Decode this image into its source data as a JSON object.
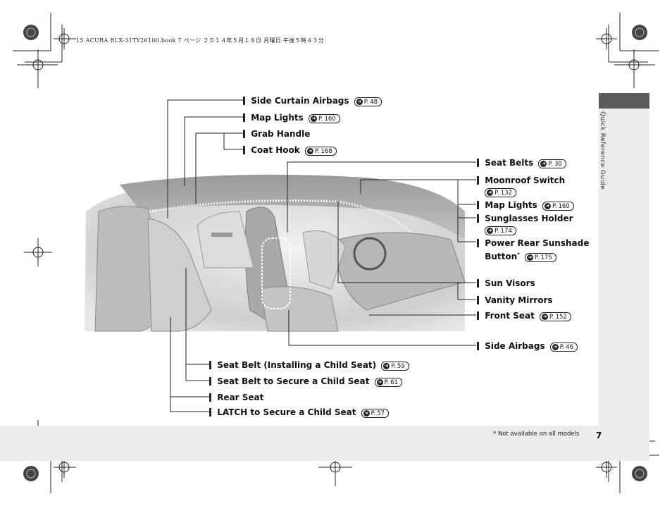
{
  "header": {
    "file_line": "15 ACURA RLX-31TY26100.book  7 ページ  ２０１４年５月１９日  月曜日  午後５時４３分"
  },
  "side_tab": {
    "label": "Quick Reference Guide"
  },
  "ref_prefix": "P.",
  "labels": {
    "side_curtain_airbags": {
      "text": "Side Curtain Airbags",
      "page": "48"
    },
    "map_lights_rear": {
      "text": "Map Lights",
      "page": "160"
    },
    "grab_handle": {
      "text": "Grab Handle"
    },
    "coat_hook": {
      "text": "Coat Hook",
      "page": "168"
    },
    "seat_belts": {
      "text": "Seat Belts",
      "page": "30"
    },
    "moonroof_switch": {
      "text": "Moonroof Switch",
      "page": "132"
    },
    "map_lights_front": {
      "text": "Map Lights",
      "page": "160"
    },
    "sunglasses_holder": {
      "text": "Sunglasses Holder",
      "page": "174"
    },
    "power_rear_sunshade": {
      "text": "Power Rear Sunshade",
      "text2": "Button",
      "mark": "*",
      "page": "175"
    },
    "sun_visors": {
      "text": "Sun Visors"
    },
    "vanity_mirrors": {
      "text": "Vanity Mirrors"
    },
    "front_seat": {
      "text": "Front Seat",
      "page": "152"
    },
    "side_airbags": {
      "text": "Side Airbags",
      "page": "46"
    },
    "seat_belt_installing": {
      "text": "Seat Belt (Installing a Child Seat)",
      "page": "59"
    },
    "seat_belt_secure": {
      "text": "Seat Belt to Secure a Child Seat",
      "page": "61"
    },
    "rear_seat": {
      "text": "Rear Seat"
    },
    "latch": {
      "text": "LATCH to Secure a Child Seat",
      "page": "57"
    }
  },
  "footer": {
    "footnote": "* Not available on all models",
    "page_number": "7"
  },
  "colors": {
    "band": "#ececec",
    "tab": "#5a5a5a",
    "line": "#222222"
  }
}
